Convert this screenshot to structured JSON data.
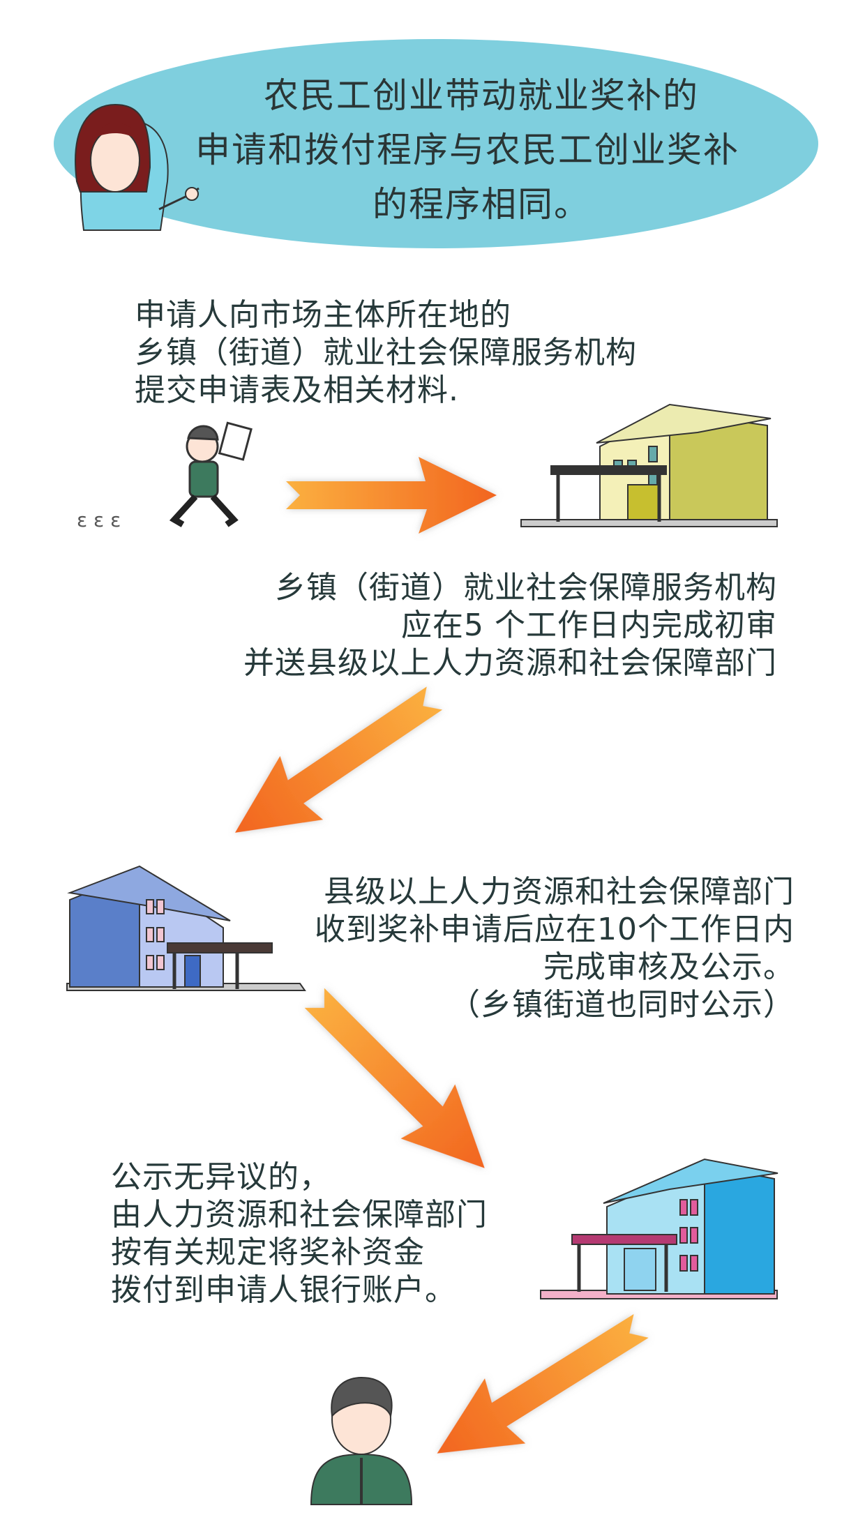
{
  "title": {
    "lines": [
      "农民工创业带动就业奖补的",
      "申请和拨付程序与农民工创业奖补",
      "的程序相同。"
    ]
  },
  "steps": [
    {
      "lines": [
        "申请人向市场主体所在地的",
        "乡镇（街道）就业社会保障服务机构",
        "提交申请表及相关材料."
      ]
    },
    {
      "lines": [
        "乡镇（街道）就业社会保障服务机构",
        "应在5 个工作日内完成初审",
        "并送县级以上人力资源和社会保障部门"
      ]
    },
    {
      "lines": [
        "县级以上人力资源和社会保障部门",
        "收到奖补申请后应在10个工作日内",
        "完成审核及公示。",
        "（乡镇街道也同时公示）"
      ]
    },
    {
      "lines": [
        "公示无异议的，",
        "由人力资源和社会保障部门",
        "按有关规定将奖补资金",
        "拨付到申请人银行账户。"
      ]
    }
  ],
  "colors": {
    "bubble": "#7fcfde",
    "text": "#26393a",
    "arrow_light": "#f9a23a",
    "arrow_dark": "#f2651f"
  }
}
